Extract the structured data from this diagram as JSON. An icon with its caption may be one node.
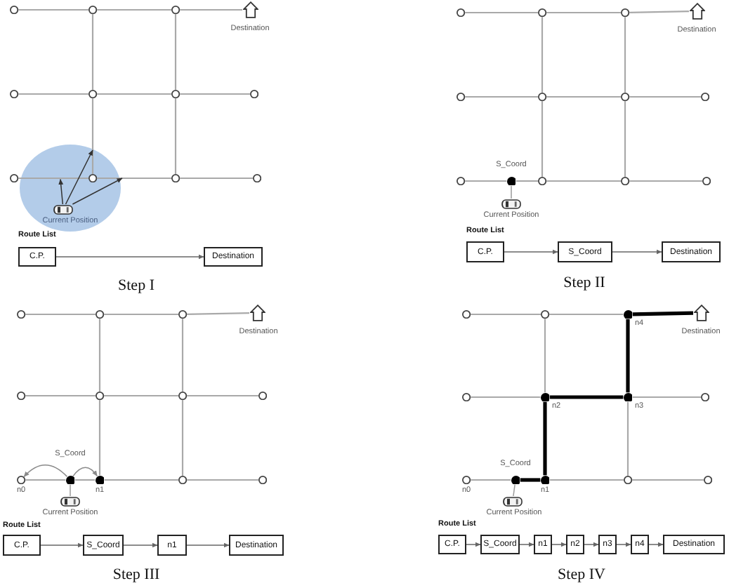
{
  "diagram": {
    "nodes": [
      {
        "text": [],
        "shape": "circle"
      },
      {
        "text": [],
        "shape": "circle"
      },
      {
        "text": [],
        "shape": "circle"
      },
      {
        "text": [],
        "shape": "house",
        "beside": [
          "Destination"
        ]
      },
      {
        "text": [],
        "shape": "circle"
      },
      {
        "text": [],
        "shape": "circle"
      },
      {
        "text": [],
        "shape": "circle"
      },
      {
        "text": [],
        "shape": "circle"
      },
      {
        "text": [
          "Current Position"
        ]
      },
      {
        "text": [],
        "shape": "circle"
      },
      {
        "text": [],
        "shape": "circle",
        "in": 8
      },
      {
        "text": [],
        "shape": "circle"
      },
      {
        "text": [],
        "shape": "circle"
      },
      {
        "text": [],
        "shape": "car",
        "in": 8
      },
      {
        "text": [
          "C.P."
        ]
      },
      {
        "text": [
          "Destination"
        ]
      },
      {
        "text": [],
        "shape": "circle"
      },
      {
        "text": [],
        "shape": "circle"
      },
      {
        "text": [],
        "shape": "circle"
      },
      {
        "text": [],
        "shape": "house",
        "beside": [
          "Destination"
        ]
      },
      {
        "text": [],
        "shape": "circle"
      },
      {
        "text": [],
        "shape": "circle"
      },
      {
        "text": [],
        "shape": "circle"
      },
      {
        "text": [],
        "shape": "circle"
      },
      {
        "text": [],
        "shape": "circle"
      },
      {
        "text": [],
        "shape": "dot",
        "beside": [
          "S_Coord"
        ]
      },
      {
        "text": [],
        "shape": "circle"
      },
      {
        "text": [],
        "shape": "circle"
      },
      {
        "text": [],
        "shape": "circle"
      },
      {
        "text": [],
        "shape": "car",
        "beside": [
          "Current Position"
        ]
      },
      {
        "text": [
          "C.P."
        ]
      },
      {
        "text": [
          "S_Coord"
        ]
      },
      {
        "text": [
          "Destination"
        ]
      },
      {
        "text": [],
        "shape": "circle"
      },
      {
        "text": [],
        "shape": "circle"
      },
      {
        "text": [],
        "shape": "circle"
      },
      {
        "text": [],
        "shape": "house",
        "beside": [
          "Destination"
        ]
      },
      {
        "text": [],
        "shape": "circle"
      },
      {
        "text": [],
        "shape": "circle"
      },
      {
        "text": [],
        "shape": "circle"
      },
      {
        "text": [],
        "shape": "circle"
      },
      {
        "text": [],
        "shape": "circle",
        "beside": [
          "n0"
        ]
      },
      {
        "text": [],
        "shape": "dot",
        "beside": [
          "S_Coord"
        ]
      },
      {
        "text": [],
        "shape": "dot",
        "beside": [
          "n1"
        ]
      },
      {
        "text": [],
        "shape": "circle"
      },
      {
        "text": [],
        "shape": "circle"
      },
      {
        "text": [],
        "shape": "car",
        "beside": [
          "Current Position"
        ]
      },
      {
        "text": [
          "C.P."
        ]
      },
      {
        "text": [
          "S_Coord"
        ]
      },
      {
        "text": [
          "n1"
        ]
      },
      {
        "text": [
          "Destination"
        ]
      },
      {
        "text": [],
        "shape": "circle"
      },
      {
        "text": [],
        "shape": "circle"
      },
      {
        "text": [],
        "shape": "dot",
        "beside": [
          "n4"
        ]
      },
      {
        "text": [],
        "shape": "house",
        "beside": [
          "Destination"
        ]
      },
      {
        "text": [],
        "shape": "circle"
      },
      {
        "text": [],
        "shape": "dot",
        "beside": [
          "n2"
        ]
      },
      {
        "text": [],
        "shape": "dot",
        "beside": [
          "n3"
        ]
      },
      {
        "text": [],
        "shape": "circle"
      },
      {
        "text": [],
        "shape": "circle",
        "beside": [
          "n0"
        ]
      },
      {
        "text": [],
        "shape": "dot",
        "beside": [
          "S_Coord"
        ]
      },
      {
        "text": [],
        "shape": "dot",
        "beside": [
          "n1"
        ]
      },
      {
        "text": [],
        "shape": "circle"
      },
      {
        "text": [],
        "shape": "circle"
      },
      {
        "text": [],
        "shape": "car",
        "beside": [
          "Current Position"
        ]
      },
      {
        "text": [
          "C.P."
        ]
      },
      {
        "text": [
          "S_Coord"
        ]
      },
      {
        "text": [
          "n1"
        ]
      },
      {
        "text": [
          "n2"
        ]
      },
      {
        "text": [
          "n3"
        ]
      },
      {
        "text": [
          "n4"
        ]
      },
      {
        "text": [
          "Destination"
        ]
      }
    ],
    "edges": [
      {
        "from": 0,
        "to": 1,
        "arrow": "none"
      },
      {
        "from": 1,
        "to": 2,
        "arrow": "none"
      },
      {
        "from": 2,
        "to": 3,
        "arrow": "none"
      },
      {
        "from": 4,
        "to": 5,
        "arrow": "none"
      },
      {
        "from": 5,
        "to": 6,
        "arrow": "none"
      },
      {
        "from": 6,
        "to": 7,
        "arrow": "none"
      },
      {
        "from": 9,
        "to": 10,
        "arrow": "none"
      },
      {
        "from": 10,
        "to": 11,
        "arrow": "none"
      },
      {
        "from": 11,
        "to": 12,
        "arrow": "none"
      },
      {
        "from": 1,
        "to": 5,
        "arrow": "none"
      },
      {
        "from": 5,
        "to": 10,
        "arrow": "none"
      },
      {
        "from": 2,
        "to": 6,
        "arrow": "none"
      },
      {
        "from": 6,
        "to": 11,
        "arrow": "none"
      },
      {
        "from": 13,
        "to": null,
        "arrow": "to",
        "color": "#333333"
      },
      {
        "from": 13,
        "to": null,
        "arrow": "to",
        "color": "#333333"
      },
      {
        "from": 13,
        "to": null,
        "arrow": "to",
        "color": "#333333"
      },
      {
        "from": 14,
        "to": 15,
        "arrow": "to",
        "color": "#666666"
      },
      {
        "from": 16,
        "to": 17,
        "arrow": "none"
      },
      {
        "from": 17,
        "to": 18,
        "arrow": "none"
      },
      {
        "from": 18,
        "to": 19,
        "arrow": "none"
      },
      {
        "from": 20,
        "to": 21,
        "arrow": "none"
      },
      {
        "from": 21,
        "to": 22,
        "arrow": "none"
      },
      {
        "from": 22,
        "to": 23,
        "arrow": "none"
      },
      {
        "from": 24,
        "to": 25,
        "arrow": "none"
      },
      {
        "from": 25,
        "to": 26,
        "arrow": "none"
      },
      {
        "from": 26,
        "to": 27,
        "arrow": "none"
      },
      {
        "from": 27,
        "to": 28,
        "arrow": "none"
      },
      {
        "from": 17,
        "to": 21,
        "arrow": "none"
      },
      {
        "from": 21,
        "to": 26,
        "arrow": "none"
      },
      {
        "from": 18,
        "to": 22,
        "arrow": "none"
      },
      {
        "from": 22,
        "to": 27,
        "arrow": "none"
      },
      {
        "from": 29,
        "to": 25,
        "arrow": "none"
      },
      {
        "from": 30,
        "to": 31,
        "arrow": "to",
        "color": "#666666"
      },
      {
        "from": 31,
        "to": 32,
        "arrow": "to",
        "color": "#666666"
      },
      {
        "from": 33,
        "to": 34,
        "arrow": "none"
      },
      {
        "from": 34,
        "to": 35,
        "arrow": "none"
      },
      {
        "from": 35,
        "to": 36,
        "arrow": "none"
      },
      {
        "from": 37,
        "to": 38,
        "arrow": "none"
      },
      {
        "from": 38,
        "to": 39,
        "arrow": "none"
      },
      {
        "from": 39,
        "to": 40,
        "arrow": "none"
      },
      {
        "from": 41,
        "to": 42,
        "arrow": "none"
      },
      {
        "from": 42,
        "to": 43,
        "arrow": "none"
      },
      {
        "from": 43,
        "to": 44,
        "arrow": "none"
      },
      {
        "from": 44,
        "to": 45,
        "arrow": "none"
      },
      {
        "from": 34,
        "to": 38,
        "arrow": "none"
      },
      {
        "from": 38,
        "to": 43,
        "arrow": "none"
      },
      {
        "from": 35,
        "to": 39,
        "arrow": "none"
      },
      {
        "from": 39,
        "to": 44,
        "arrow": "none"
      },
      {
        "from": 46,
        "to": 42,
        "arrow": "none"
      },
      {
        "from": 42,
        "to": 41,
        "arrow": "to"
      },
      {
        "from": 42,
        "to": 43,
        "arrow": "to"
      },
      {
        "from": 47,
        "to": 48,
        "arrow": "to",
        "color": "#666666"
      },
      {
        "from": 48,
        "to": 49,
        "arrow": "to",
        "color": "#666666"
      },
      {
        "from": 49,
        "to": 50,
        "arrow": "to",
        "color": "#666666"
      },
      {
        "from": 51,
        "to": 52,
        "arrow": "none"
      },
      {
        "from": 52,
        "to": 53,
        "arrow": "none"
      },
      {
        "from": 53,
        "to": 54,
        "arrow": "none",
        "style": "thick",
        "color": "#000000"
      },
      {
        "from": 55,
        "to": 56,
        "arrow": "none"
      },
      {
        "from": 56,
        "to": 57,
        "arrow": "none",
        "style": "thick",
        "color": "#000000"
      },
      {
        "from": 57,
        "to": 58,
        "arrow": "none"
      },
      {
        "from": 59,
        "to": 60,
        "arrow": "none"
      },
      {
        "from": 60,
        "to": 61,
        "arrow": "none",
        "style": "thick",
        "color": "#000000"
      },
      {
        "from": 61,
        "to": 62,
        "arrow": "none"
      },
      {
        "from": 62,
        "to": 63,
        "arrow": "none"
      },
      {
        "from": 52,
        "to": 56,
        "arrow": "none"
      },
      {
        "from": 61,
        "to": 56,
        "arrow": "none",
        "style": "thick",
        "color": "#000000"
      },
      {
        "from": 57,
        "to": 53,
        "arrow": "none",
        "style": "thick",
        "color": "#000000"
      },
      {
        "from": 57,
        "to": 62,
        "arrow": "none"
      },
      {
        "from": 64,
        "to": 60,
        "arrow": "none"
      },
      {
        "from": 65,
        "to": 66,
        "arrow": "to",
        "color": "#666666"
      },
      {
        "from": 66,
        "to": 67,
        "arrow": "to",
        "color": "#666666"
      },
      {
        "from": 67,
        "to": 68,
        "arrow": "to",
        "color": "#666666"
      },
      {
        "from": 68,
        "to": 69,
        "arrow": "to",
        "color": "#666666"
      },
      {
        "from": 69,
        "to": 70,
        "arrow": "to",
        "color": "#666666"
      },
      {
        "from": 70,
        "to": 71,
        "arrow": "to",
        "color": "#666666"
      }
    ],
    "labels": [
      "Route List",
      "Step I",
      "Route List",
      "Step II",
      "Route List",
      "Step III",
      "Route List",
      "Step IV"
    ]
  }
}
